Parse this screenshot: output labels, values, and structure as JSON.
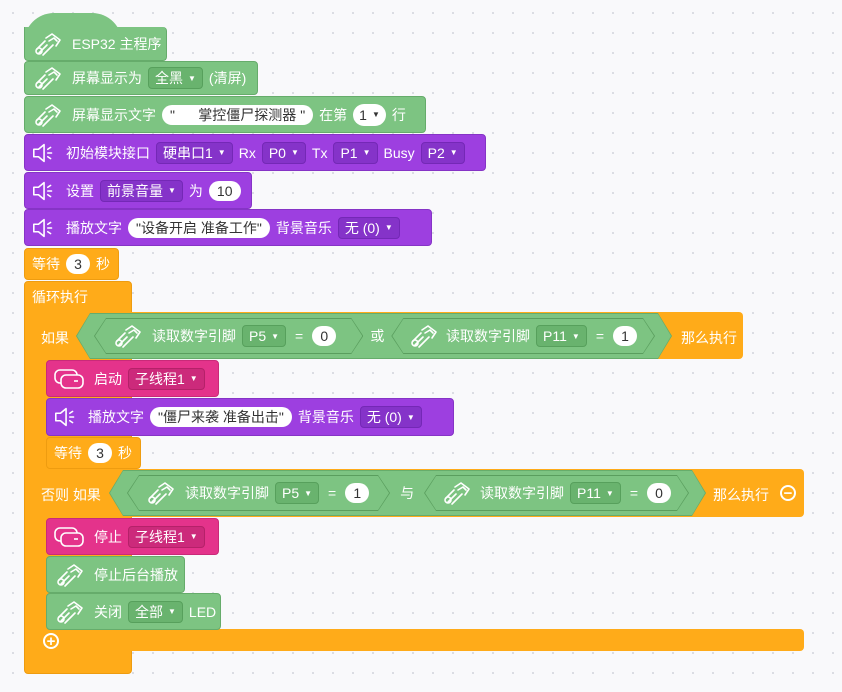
{
  "main_block": {
    "label": "ESP32 主程序"
  },
  "screen_fill": {
    "label": "屏幕显示为",
    "option": "全黑",
    "suffix": "(清屏)"
  },
  "screen_text": {
    "label": "屏幕显示文字",
    "value": "\"      掌控僵尸探测器 \"",
    "line_label": "在第",
    "line": "1",
    "suffix": "行"
  },
  "voice_init": {
    "label": "初始模块接口",
    "port": "硬串口1",
    "rx_label": "Rx",
    "rx": "P0",
    "tx_label": "Tx",
    "tx": "P1",
    "busy_label": "Busy",
    "busy": "P2"
  },
  "volume": {
    "label": "设置",
    "option": "前景音量",
    "to_label": "为",
    "value": "10"
  },
  "play_text_1": {
    "label": "播放文字",
    "text": "\"设备开启 准备工作\"",
    "bg_label": "背景音乐",
    "bg": "无 (0)"
  },
  "wait_1": {
    "label": "等待",
    "value": "3",
    "unit": "秒"
  },
  "loop": {
    "label": "循环执行"
  },
  "if_block": {
    "label": "如果",
    "cond_a": {
      "label": "读取数字引脚",
      "pin": "P5",
      "eq": "=",
      "value": "0"
    },
    "op": "或",
    "cond_b": {
      "label": "读取数字引脚",
      "pin": "P11",
      "eq": "=",
      "value": "1"
    },
    "then": "那么执行"
  },
  "start_thread": {
    "label": "启动",
    "thread": "子线程1"
  },
  "play_text_2": {
    "label": "播放文字",
    "text": "\"僵尸来袭 准备出击\"",
    "bg_label": "背景音乐",
    "bg": "无 (0)"
  },
  "wait_2": {
    "label": "等待",
    "value": "3",
    "unit": "秒"
  },
  "elif_block": {
    "label": "否则 如果",
    "cond_a": {
      "label": "读取数字引脚",
      "pin": "P5",
      "eq": "=",
      "value": "1"
    },
    "op": "与",
    "cond_b": {
      "label": "读取数字引脚",
      "pin": "P11",
      "eq": "=",
      "value": "0"
    },
    "then": "那么执行"
  },
  "stop_thread": {
    "label": "停止",
    "thread": "子线程1"
  },
  "stop_bg": {
    "label": "停止后台播放"
  },
  "led_off": {
    "label": "关闭",
    "option": "全部",
    "suffix": "LED"
  },
  "icons": {
    "board": "handbit-icon",
    "speaker": "speaker-icon",
    "thread": "thread-icon",
    "add": "plus-circle-icon",
    "remove": "minus-circle-icon"
  },
  "colors": {
    "board_block": "#7dc482",
    "voice_block": "#9d3fe0",
    "thread_block": "#e4338b",
    "control_block": "#ffab19"
  }
}
